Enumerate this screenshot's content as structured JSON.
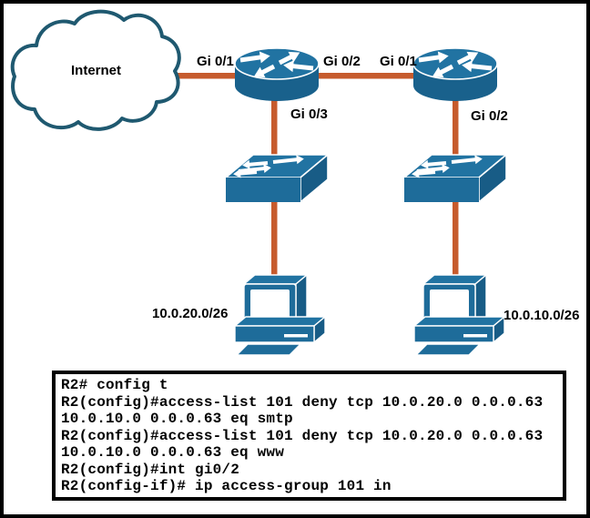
{
  "diagram": {
    "cloud_label": "Internet",
    "interface_labels": {
      "r1_wan": "Gi 0/1",
      "r1_to_r2": "Gi 0/2",
      "r2_to_r1": "Gi 0/1",
      "r1_to_sw1": "Gi 0/3",
      "r2_to_sw2": "Gi 0/2"
    },
    "network_labels": {
      "left_lan": "10.0.20.0/26",
      "right_lan": "10.0.10.0/26"
    },
    "icons": [
      "cloud-icon",
      "router-icon",
      "switch-icon",
      "pc-icon"
    ],
    "colors": {
      "link": "#C65B2D",
      "device_top": "#2173A2",
      "device_front": "#1E6C9A",
      "device_side": "#185C86",
      "device_body": "#19618C",
      "cloud_outline": "#1F5970",
      "label_text": "#000000"
    }
  },
  "console": {
    "lines": [
      "R2# config t",
      "R2(config)#access-list 101 deny tcp 10.0.20.0 0.0.0.63",
      "10.0.10.0 0.0.0.63 eq smtp",
      "R2(config)#access-list 101 deny tcp 10.0.20.0 0.0.0.63",
      "10.0.10.0 0.0.0.63 eq www",
      "R2(config)#int gi0/2",
      "R2(config-if)# ip access-group 101 in"
    ]
  }
}
